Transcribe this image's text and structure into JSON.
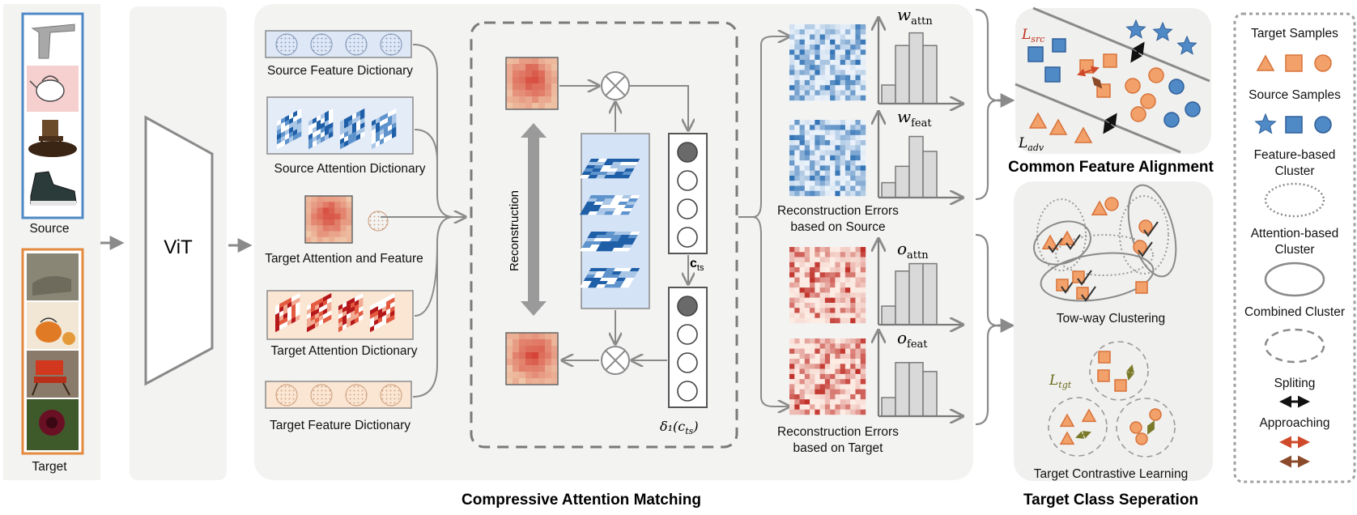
{
  "left": {
    "source_label": "Source",
    "target_label": "Target"
  },
  "vit": {
    "label": "ViT"
  },
  "dictionaries": {
    "source_feature": "Source Feature Dictionary",
    "source_attention": "Source Attention Dictionary",
    "target_attn_feat": "Target Attention and Feature",
    "target_attention": "Target Attention Dictionary",
    "target_feature": "Target Feature Dictionary"
  },
  "matching": {
    "reconstruction": "Reconstruction",
    "c_ts": "c",
    "c_ts_sub": "ts",
    "delta": "δ₁(c",
    "delta_sub": "ts",
    "delta_close": ")"
  },
  "errors": {
    "w_attn": "w",
    "w_attn_sub": "attn",
    "w_feat": "w",
    "w_feat_sub": "feat",
    "o_attn": "o",
    "o_attn_sub": "attn",
    "o_feat": "o",
    "o_feat_sub": "feat",
    "source_caption_1": "Reconstruction Errors",
    "source_caption_2": "based on Source",
    "target_caption_1": "Reconstruction Errors",
    "target_caption_2": "based on Target"
  },
  "histograms": {
    "w_attn": [
      0.25,
      0.78,
      0.95,
      0.78
    ],
    "w_feat": [
      0.2,
      0.42,
      0.82,
      0.62
    ],
    "o_attn": [
      0.25,
      0.72,
      0.82,
      0.82
    ],
    "o_feat": [
      0.25,
      0.72,
      0.72,
      0.6
    ]
  },
  "alignment": {
    "l_src": "L",
    "l_src_sub": "src",
    "l_adv": "L",
    "l_adv_sub": "adv",
    "title": "Common Feature Alignment"
  },
  "separation": {
    "clustering": "Tow-way Clustering",
    "l_tgt": "L",
    "l_tgt_sub": "tgt",
    "contrastive": "Target Contrastive Learning",
    "title": "Target Class Seperation"
  },
  "section_titles": {
    "cam": "Compressive Attention Matching"
  },
  "legend": {
    "target_samples": "Target Samples",
    "source_samples": "Source Samples",
    "feature_cluster_1": "Feature-based",
    "feature_cluster_2": "Cluster",
    "attention_cluster_1": "Attention-based",
    "attention_cluster_2": "Cluster",
    "combined_cluster": "Combined Cluster",
    "splitting": "Spliting",
    "approaching": "Approaching"
  },
  "colors": {
    "orange": "#f2a16b",
    "orange_stroke": "#d8733a",
    "blue": "#4f89c6",
    "blue_stroke": "#2f5f98",
    "panel": "#f3f3f2",
    "gray": "#8a8a8a",
    "red_arrow": "#cf4a2a",
    "brown_arrow": "#8b4a2a",
    "olive_arrow": "#7a7a2a"
  }
}
